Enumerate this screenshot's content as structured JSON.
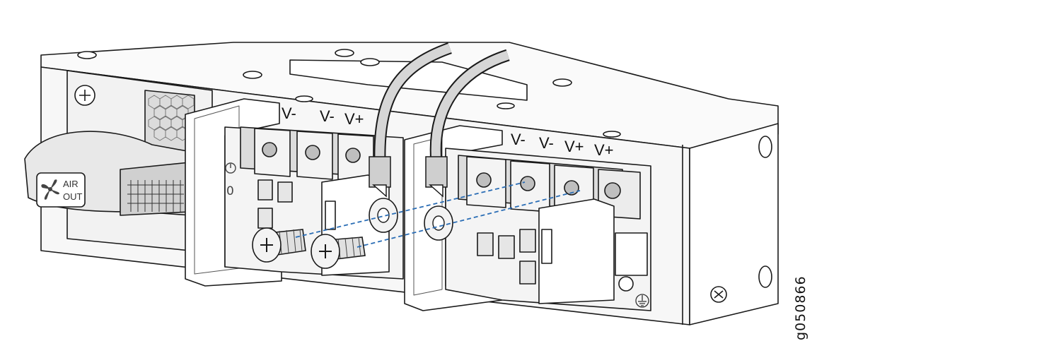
{
  "terminals_left": [
    "V-",
    "V-",
    "V+"
  ],
  "terminals_right": [
    "V-",
    "V-",
    "V+",
    "V+"
  ],
  "fan_label": [
    "AIR",
    "OUT"
  ],
  "slot_marker": "0",
  "figure_id": "g050866",
  "colors": {
    "line": "#1a1a1a",
    "body": "#f2f2f2",
    "shade": "#d9d9d9",
    "dark": "#9a9a9a",
    "cable": "#cfcfcf",
    "guide": "#2a6db5"
  },
  "icons": [
    "fan-icon",
    "ground-icon",
    "power-icon",
    "screw-icon",
    "ring-lug-icon"
  ]
}
